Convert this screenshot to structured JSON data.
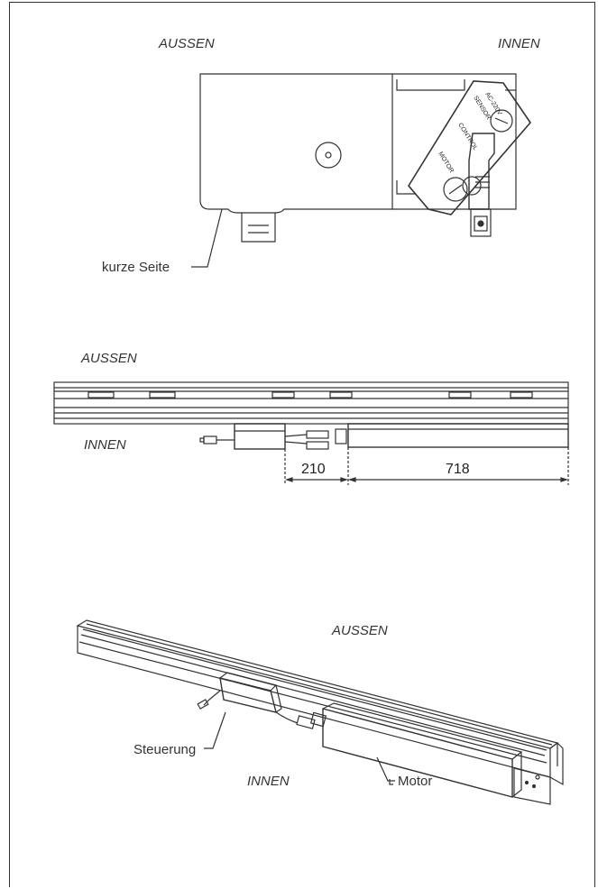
{
  "labels": {
    "top_outside": "AUSSEN",
    "top_inside": "INNEN",
    "short_side": "kurze Seite",
    "mid_outside": "AUSSEN",
    "mid_inside": "INNEN",
    "dim_control": "210",
    "dim_motor": "718",
    "bottom_outside": "AUSSEN",
    "control_unit": "Steuerung",
    "bottom_inside": "INNEN",
    "motor": "Motor"
  },
  "panel_print": {
    "sensor": "SENSOR",
    "ac": "AC-220V",
    "control": "CONTROL",
    "motor": "MOTOR"
  }
}
